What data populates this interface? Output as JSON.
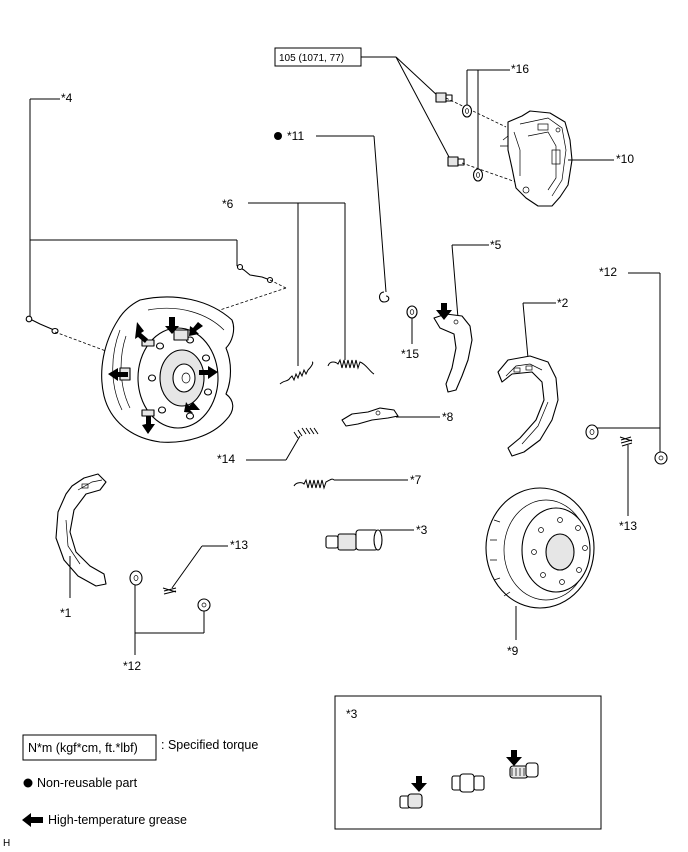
{
  "torque_spec": "105 (1071, 77)",
  "callouts": {
    "c1": "*1",
    "c2": "*2",
    "c3": "*3",
    "c4": "*4",
    "c5": "*5",
    "c6": "*6",
    "c7": "*7",
    "c8": "*8",
    "c9": "*9",
    "c10": "*10",
    "c11": "*11",
    "c12a": "*12",
    "c12b": "*12",
    "c13a": "*13",
    "c13b": "*13",
    "c14": "*14",
    "c15": "*15",
    "c16": "*16"
  },
  "inset": {
    "label": "*3"
  },
  "legend": {
    "torque_box": "N*m (kgf*cm, ft.*lbf)",
    "torque_text": ": Specified torque",
    "nonreusable_text": "Non-reusable part",
    "grease_text": "High-temperature grease"
  },
  "footer_mark": "H",
  "icons": {
    "nonreusable": "filled-dot-icon",
    "grease": "left-arrow-icon"
  }
}
